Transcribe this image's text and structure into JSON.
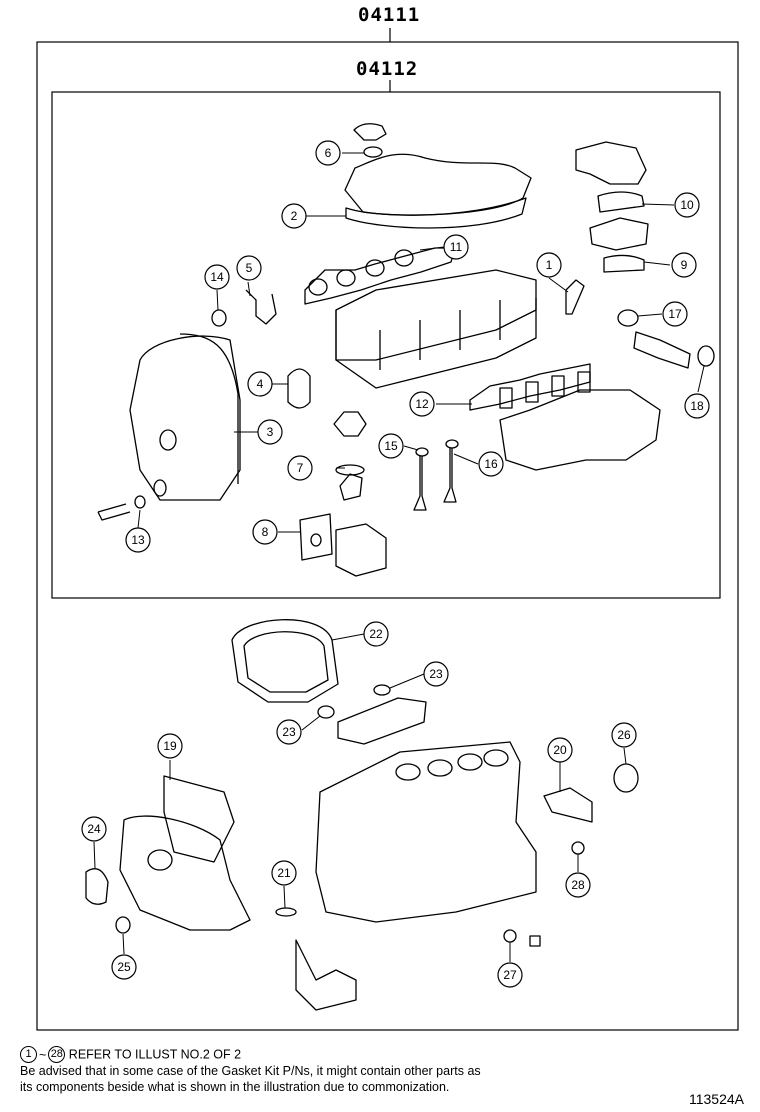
{
  "header": {
    "outer_code": "04111",
    "inner_code": "04112"
  },
  "callouts": [
    {
      "num": "1"
    },
    {
      "num": "2"
    },
    {
      "num": "3"
    },
    {
      "num": "4"
    },
    {
      "num": "5"
    },
    {
      "num": "6"
    },
    {
      "num": "7"
    },
    {
      "num": "8"
    },
    {
      "num": "9"
    },
    {
      "num": "10"
    },
    {
      "num": "11"
    },
    {
      "num": "12"
    },
    {
      "num": "13"
    },
    {
      "num": "14"
    },
    {
      "num": "15"
    },
    {
      "num": "16"
    },
    {
      "num": "17"
    },
    {
      "num": "18"
    },
    {
      "num": "19"
    },
    {
      "num": "20"
    },
    {
      "num": "21"
    },
    {
      "num": "22"
    },
    {
      "num": "23"
    },
    {
      "num": "23"
    },
    {
      "num": "24"
    },
    {
      "num": "25"
    },
    {
      "num": "26"
    },
    {
      "num": "27"
    },
    {
      "num": "28"
    }
  ],
  "footer": {
    "range_start": "1",
    "range_sep": "~",
    "range_end": "28",
    "refer_text": "REFER TO ILLUST NO.2 OF 2",
    "note_line1": "Be advised that in some case of the Gasket Kit P/Ns,  it might contain other parts as",
    "note_line2": "its components beside what is shown in the illustration due to commonization."
  },
  "illustration_id": "113524A"
}
